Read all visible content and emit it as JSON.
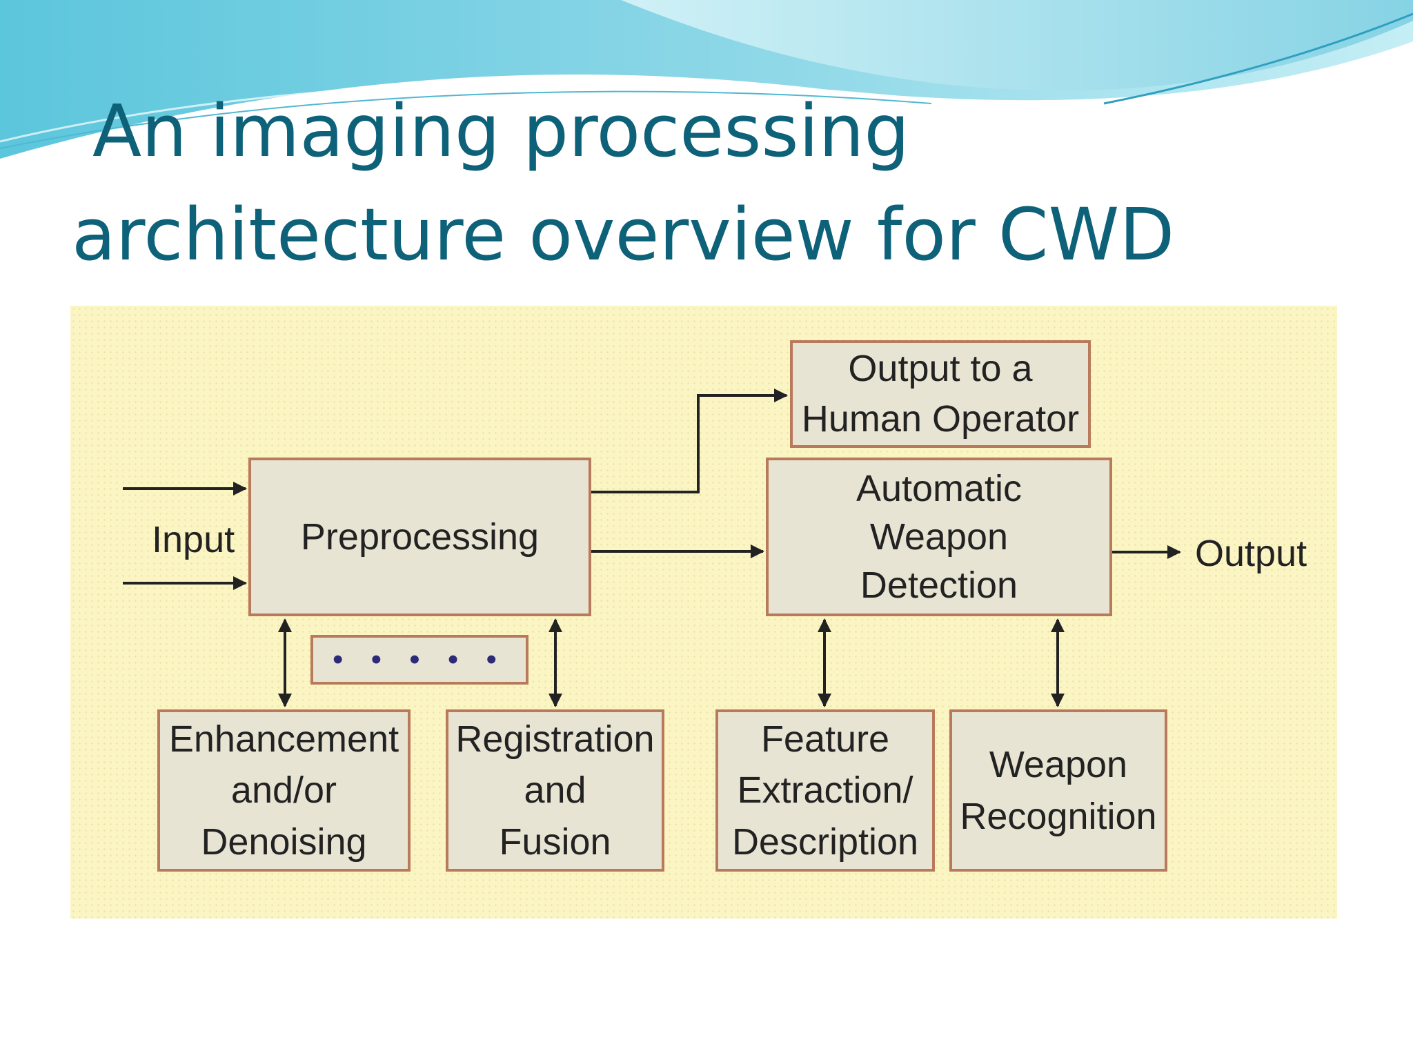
{
  "slide": {
    "title_line1": "An imaging processing",
    "title_line2": "architecture overview for CWD",
    "title_color": "#0d6178",
    "accent_colors": [
      "#5cc6dc",
      "#a9e3ee",
      "#2f9fbf"
    ]
  },
  "diagram": {
    "input_label": "Input",
    "output_label": "Output",
    "preprocessing": "Preprocessing",
    "output_to_operator": [
      "Output to a",
      "Human Operator"
    ],
    "automatic_detection": [
      "Automatic",
      "Weapon",
      "Detection"
    ],
    "ellipsis": "• • • • •",
    "enhancement": [
      "Enhancement",
      "and/or",
      "Denoising"
    ],
    "registration": [
      "Registration",
      "and",
      "Fusion"
    ],
    "feature_extraction": [
      "Feature",
      "Extraction/",
      "Description"
    ],
    "weapon_recognition": [
      "Weapon",
      "Recognition"
    ],
    "colors": {
      "box_fill": "#e8e4d3",
      "box_border": "#b87a5a",
      "panel_bg": "#fbf5c4"
    }
  }
}
